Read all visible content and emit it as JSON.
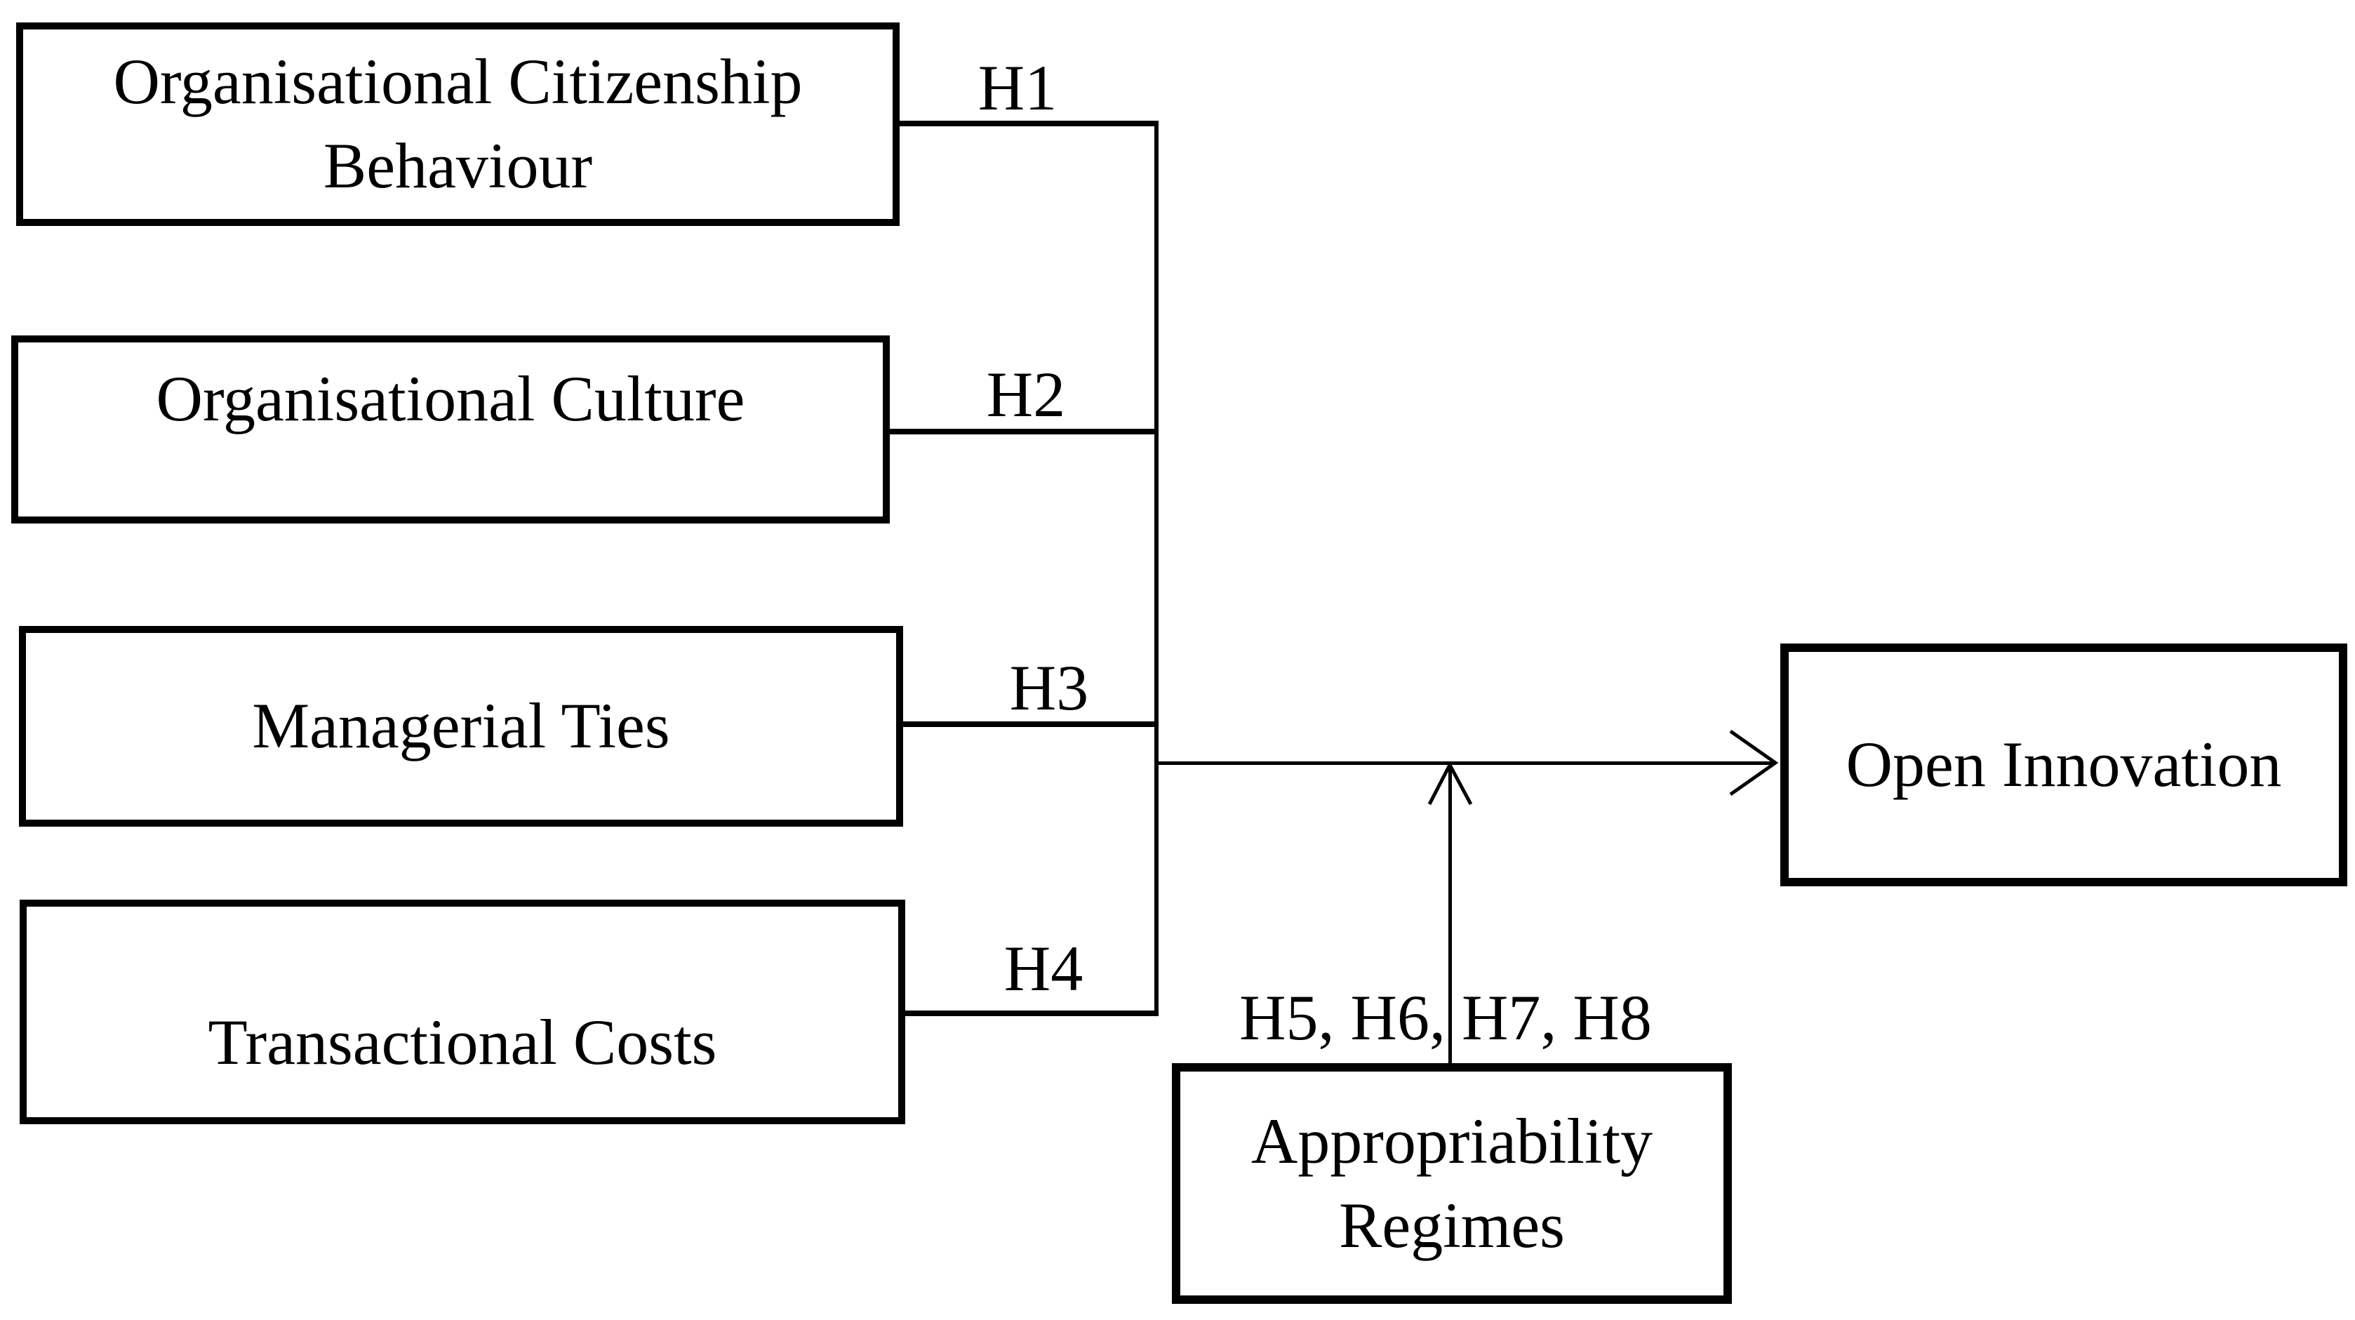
{
  "diagram": {
    "background_color": "#ffffff",
    "line_color": "#000000",
    "boxes": {
      "ocb": {
        "label": "Organisational Citizenship Behaviour"
      },
      "culture": {
        "label": "Organisational Culture"
      },
      "ties": {
        "label": "Managerial Ties"
      },
      "costs": {
        "label": "Transactional Costs"
      },
      "open_innovation": {
        "label": "Open Innovation"
      },
      "appropriability": {
        "label": "Appropriability Regimes"
      }
    },
    "hypothesis_labels": {
      "h1": "H1",
      "h2": "H2",
      "h3": "H3",
      "h4": "H4",
      "moderators": "H5, H6, H7, H8"
    }
  }
}
